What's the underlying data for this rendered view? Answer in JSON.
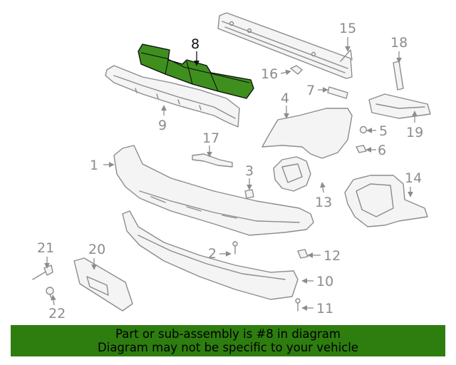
{
  "highlight_color": "#2e7d0f",
  "highlighted_part": "8",
  "callouts": {
    "c1": "1",
    "c2": "2",
    "c3": "3",
    "c4": "4",
    "c5": "5",
    "c6": "6",
    "c7": "7",
    "c8": "8",
    "c9": "9",
    "c10": "10",
    "c11": "11",
    "c12": "12",
    "c13": "13",
    "c14": "14",
    "c15": "15",
    "c16": "16",
    "c17": "17",
    "c18": "18",
    "c19": "19",
    "c20": "20",
    "c21": "21",
    "c22": "22"
  },
  "banner": {
    "line1": "Part or sub-assembly is #8 in diagram",
    "line2": "Diagram may not be specific to your vehicle"
  }
}
